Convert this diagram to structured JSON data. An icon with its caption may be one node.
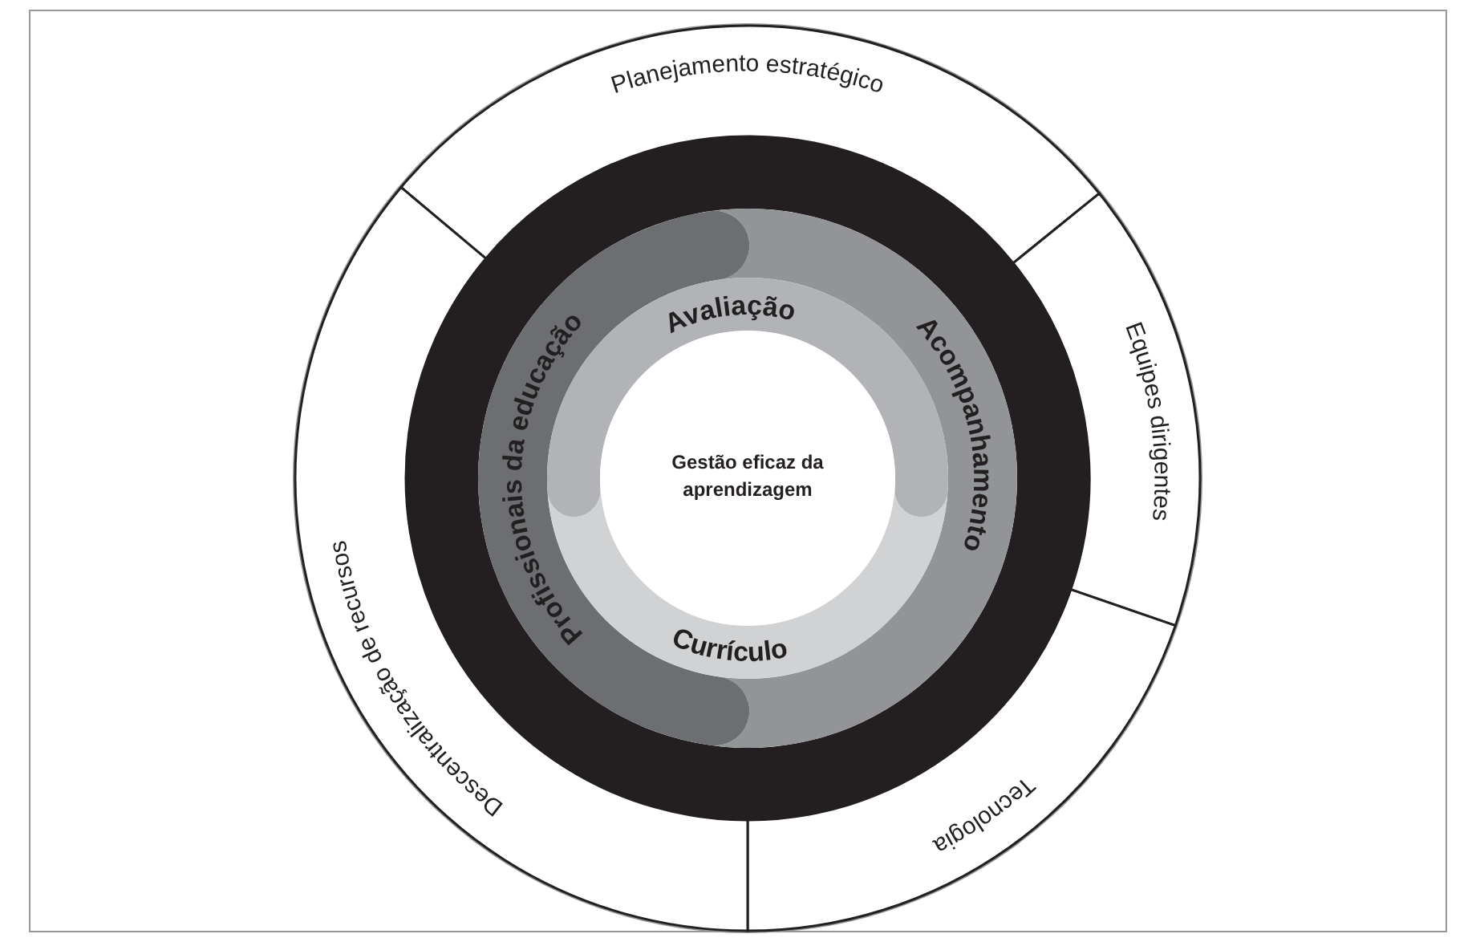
{
  "diagram": {
    "nodes": [
      {
        "text": [
          "Planejamento estratégico"
        ]
      },
      {
        "text": [
          "Equipes dirigentes"
        ]
      },
      {
        "text": [
          "Tecnologia"
        ]
      },
      {
        "text": [
          "Descentralização de recursos"
        ]
      },
      {
        "text": [],
        "shape": "circle"
      },
      {
        "text": [
          "Profissionais da educação"
        ],
        "in": 4
      },
      {
        "text": [
          "Acompanhamento"
        ],
        "in": 4
      },
      {
        "text": [
          "Avaliação"
        ],
        "in": 4
      },
      {
        "text": [
          "Currículo"
        ],
        "in": 4
      },
      {
        "text": [
          "Gestão eficaz da aprendizagem"
        ],
        "in": 4
      }
    ]
  }
}
